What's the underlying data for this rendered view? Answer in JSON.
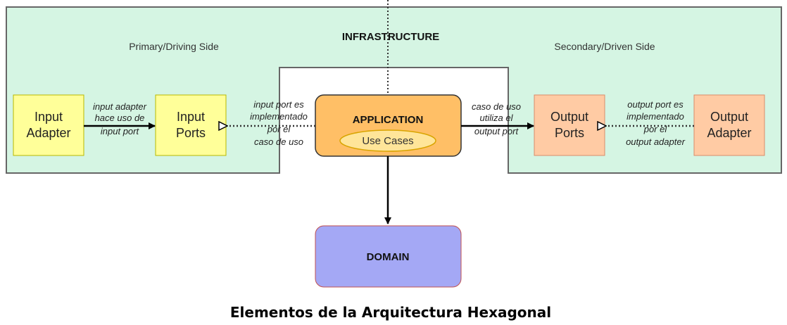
{
  "diagram": {
    "infrastructure_label": "INFRASTRUCTURE",
    "primary_side_label": "Primary/Driving Side",
    "secondary_side_label": "Secondary/Driven Side",
    "input_adapter": [
      "Input",
      "Adapter"
    ],
    "input_ports": [
      "Input",
      "Ports"
    ],
    "application_label": "APPLICATION",
    "use_cases_label": "Use Cases",
    "output_ports": [
      "Output",
      "Ports"
    ],
    "output_adapter": [
      "Output",
      "Adapter"
    ],
    "domain_label": "DOMAIN",
    "note_input_adapter": [
      "input adapter",
      "hace uso de",
      "input port"
    ],
    "note_input_port": [
      "input port es",
      "implementado",
      "por el",
      "caso de uso"
    ],
    "note_caso_uso": [
      "caso de uso",
      "utiliza el",
      "output port"
    ],
    "note_output_port": [
      "output port es",
      "implementado",
      "por el",
      "output adapter"
    ],
    "title": "Elementos de la Arquitectura Hexagonal"
  },
  "colors": {
    "infrastructure_fill": "#d5f5e3",
    "yellow_box": "#ffff99",
    "orange_box": "#ffbf66",
    "use_cases_fill": "#ffe599",
    "output_box": "#ffcba4",
    "domain_fill": "#a4a8f5"
  }
}
